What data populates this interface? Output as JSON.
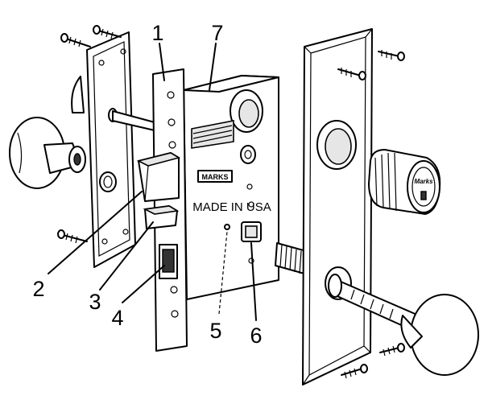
{
  "callouts": [
    {
      "id": "1",
      "label": "1"
    },
    {
      "id": "2",
      "label": "2"
    },
    {
      "id": "3",
      "label": "3"
    },
    {
      "id": "4",
      "label": "4"
    },
    {
      "id": "5",
      "label": "5"
    },
    {
      "id": "6",
      "label": "6"
    },
    {
      "id": "7",
      "label": "7"
    }
  ],
  "lock_body": {
    "brand_plate": "MARKS",
    "origin_stamp": "MADE IN USA"
  },
  "cylinder": {
    "brand": "Marks"
  },
  "colors": {
    "ink": "#000000",
    "background": "#ffffff",
    "shading": "#e6e6e6"
  }
}
